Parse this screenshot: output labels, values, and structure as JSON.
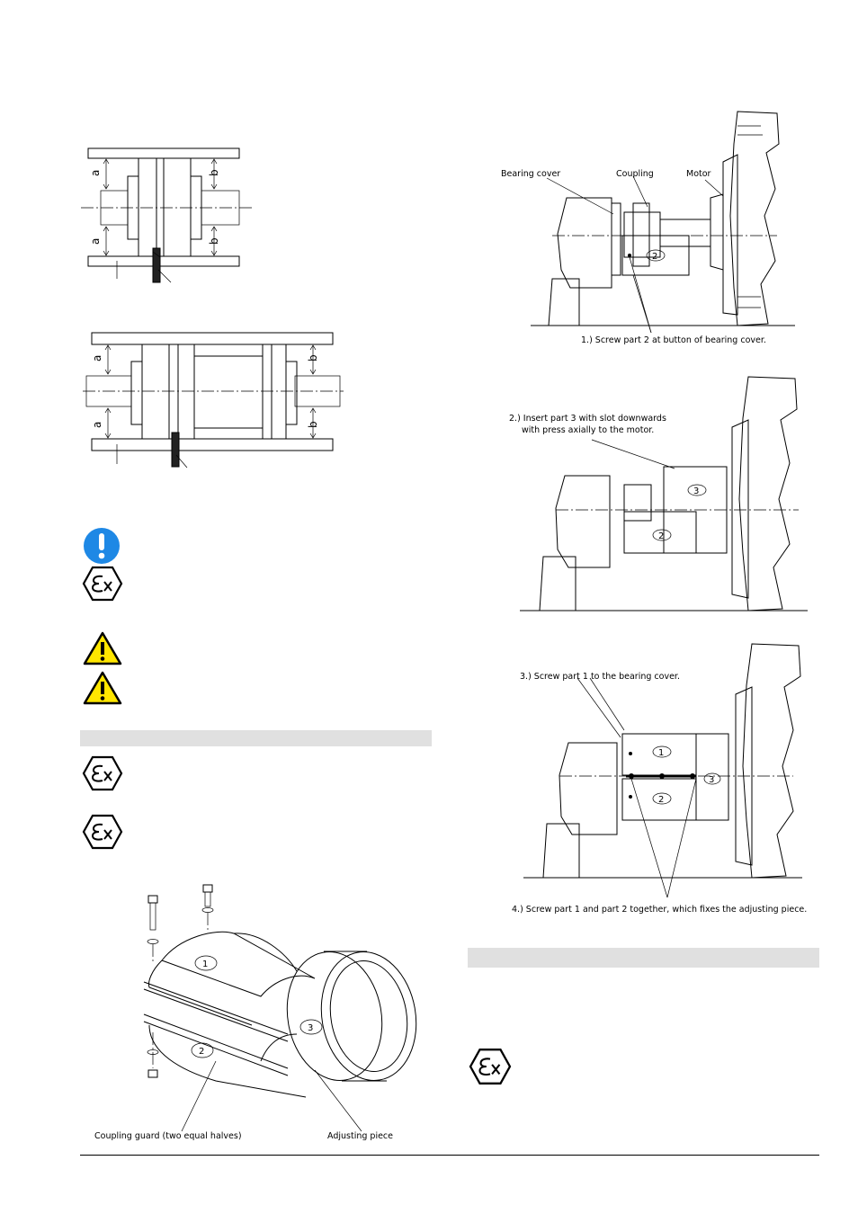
{
  "alignment_figure": {
    "dim_a": "a",
    "dim_b": "b"
  },
  "assembly_steps": {
    "step1": {
      "label_bearing_cover": "Bearing cover",
      "label_coupling": "Coupling",
      "label_motor": "Motor",
      "caption": "1.) Screw part 2 at button of bearing cover.",
      "part_2": "2"
    },
    "step2": {
      "caption_line1": "2.) Insert part 3 with slot downwards",
      "caption_line2": "with press axially to the motor.",
      "part_2": "2",
      "part_3": "3"
    },
    "step3": {
      "caption": "3.) Screw part 1 to the bearing cover.",
      "caption_step4": "4.) Screw part 1 and part 2 together, which fixes the adjusting piece.",
      "part_1": "1",
      "part_2": "2",
      "part_3": "3"
    }
  },
  "exploded_view": {
    "label_guard": "Coupling guard (two equal halves)",
    "label_adjusting": "Adjusting piece",
    "part_1": "1",
    "part_2": "2",
    "part_3": "3"
  },
  "icons": {
    "notice_color": "#1e88e5",
    "warning_color": "#ffe600"
  }
}
